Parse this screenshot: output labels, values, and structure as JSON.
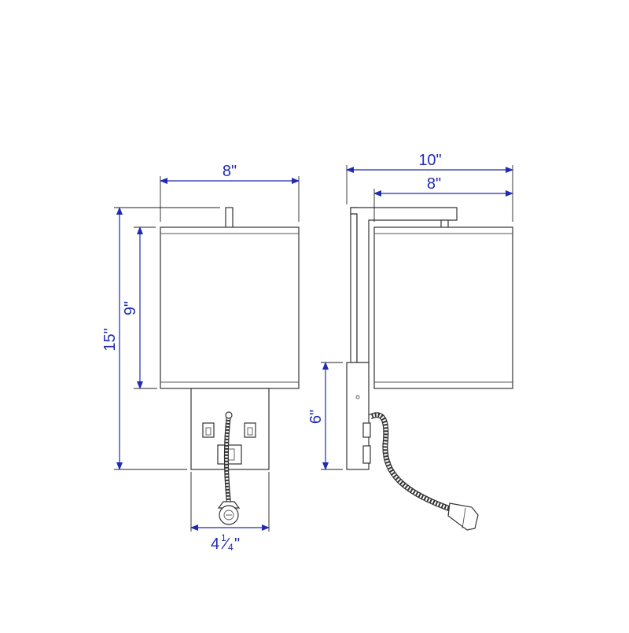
{
  "dimensions": {
    "front_width": "8\"",
    "front_total_height": "15\"",
    "front_shade_height": "9\"",
    "front_base_width": "4",
    "front_base_fraction_num": "1",
    "front_base_fraction_den": "4",
    "front_base_inch_mark": "\"",
    "side_total_depth": "10\"",
    "side_shade_width": "8\"",
    "side_base_height": "6\""
  },
  "colors": {
    "dimension": "#1f2bb0",
    "drawing": "#333333",
    "background": "#ffffff"
  },
  "icons": [
    "rocker-switch-icon",
    "usb-port-icon",
    "reading-light-icon",
    "gooseneck-arm-icon"
  ]
}
